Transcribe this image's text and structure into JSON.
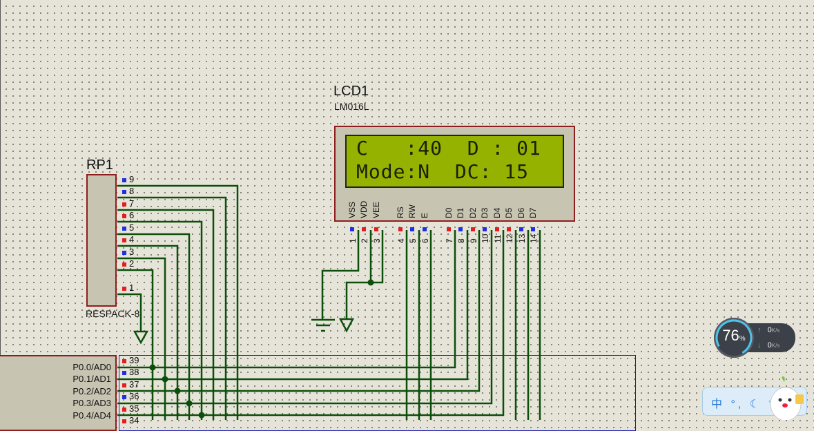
{
  "lcd": {
    "ref": "LCD1",
    "model": "LM016L",
    "line1": "C   :40  D : 01",
    "line2": "Mode:N  DC: 15",
    "pin_names": [
      "VSS",
      "VDD",
      "VEE",
      "RS",
      "RW",
      "E",
      "D0",
      "D1",
      "D2",
      "D3",
      "D4",
      "D5",
      "D6",
      "D7"
    ],
    "pin_numbers": [
      "1",
      "2",
      "3",
      "4",
      "5",
      "6",
      "7",
      "8",
      "9",
      "10",
      "11",
      "12",
      "13",
      "14"
    ]
  },
  "rp": {
    "ref": "RP1",
    "model": "RESPACK-8",
    "pins": [
      "9",
      "8",
      "7",
      "6",
      "5",
      "4",
      "3",
      "2",
      "1"
    ]
  },
  "mcu": {
    "pin_labels": [
      "P0.0/AD0",
      "P0.1/AD1",
      "P0.2/AD2",
      "P0.3/AD3",
      "P0.4/AD4"
    ],
    "pin_numbers": [
      "39",
      "38",
      "37",
      "36",
      "35",
      "34"
    ]
  },
  "widget": {
    "percent": "76",
    "percent_unit": "%",
    "up_value": "0",
    "up_unit": "K/s",
    "down_value": "0",
    "down_unit": "K/s",
    "ime_items": [
      "中",
      "°,",
      "☾",
      "👕"
    ]
  },
  "colors": {
    "wire": "#0b4f0b",
    "component_border": "#8e1d1d",
    "component_fill": "#c7c5b2",
    "lcd_screen": "#95b200",
    "pin_red": "#e02020",
    "pin_blue": "#2030e0",
    "sheet_background": "#e6e4d8"
  }
}
